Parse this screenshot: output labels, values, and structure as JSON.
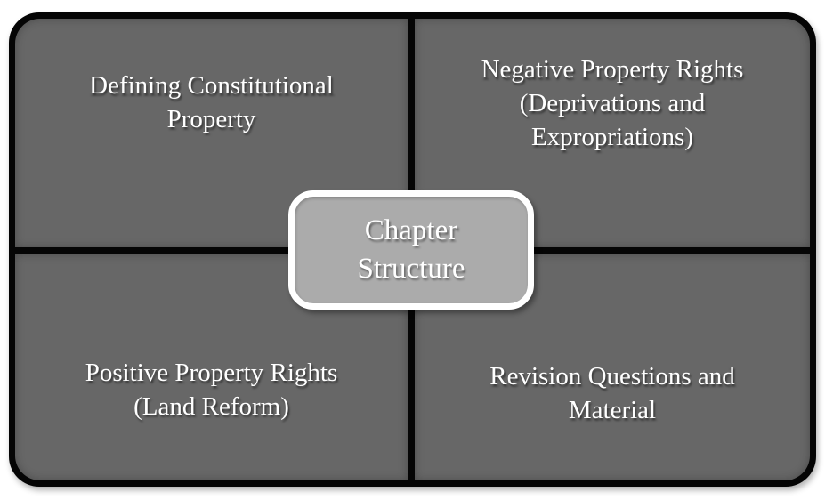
{
  "slide": {
    "type": "smartart-quadrant-diagram",
    "colors": {
      "background": "#ffffff",
      "frame_fill": "#050505",
      "panel_fill": "#676767",
      "center_fill": "#ababab",
      "center_border": "#ffffff",
      "text": "#ffffff"
    },
    "center": {
      "label": "Chapter Structure",
      "lines": [
        "Chapter",
        "Structure"
      ]
    },
    "panels": [
      {
        "id": "defining-constitutional-property",
        "label": "Defining Constitutional Property",
        "lines": [
          "Defining Constitutional",
          "Property"
        ]
      },
      {
        "id": "negative-property-rights",
        "label": "Negative Property Rights (Deprivations and Expropriations)",
        "lines": [
          "Negative Property Rights",
          "(Deprivations and",
          "Expropriations)"
        ]
      },
      {
        "id": "positive-property-rights",
        "label": "Positive Property Rights (Land Reform)",
        "lines": [
          "Positive Property Rights",
          "(Land Reform)"
        ]
      },
      {
        "id": "revision-questions-material",
        "label": "Revision Questions and Material",
        "lines": [
          "Revision Questions and",
          "Material"
        ]
      }
    ]
  }
}
